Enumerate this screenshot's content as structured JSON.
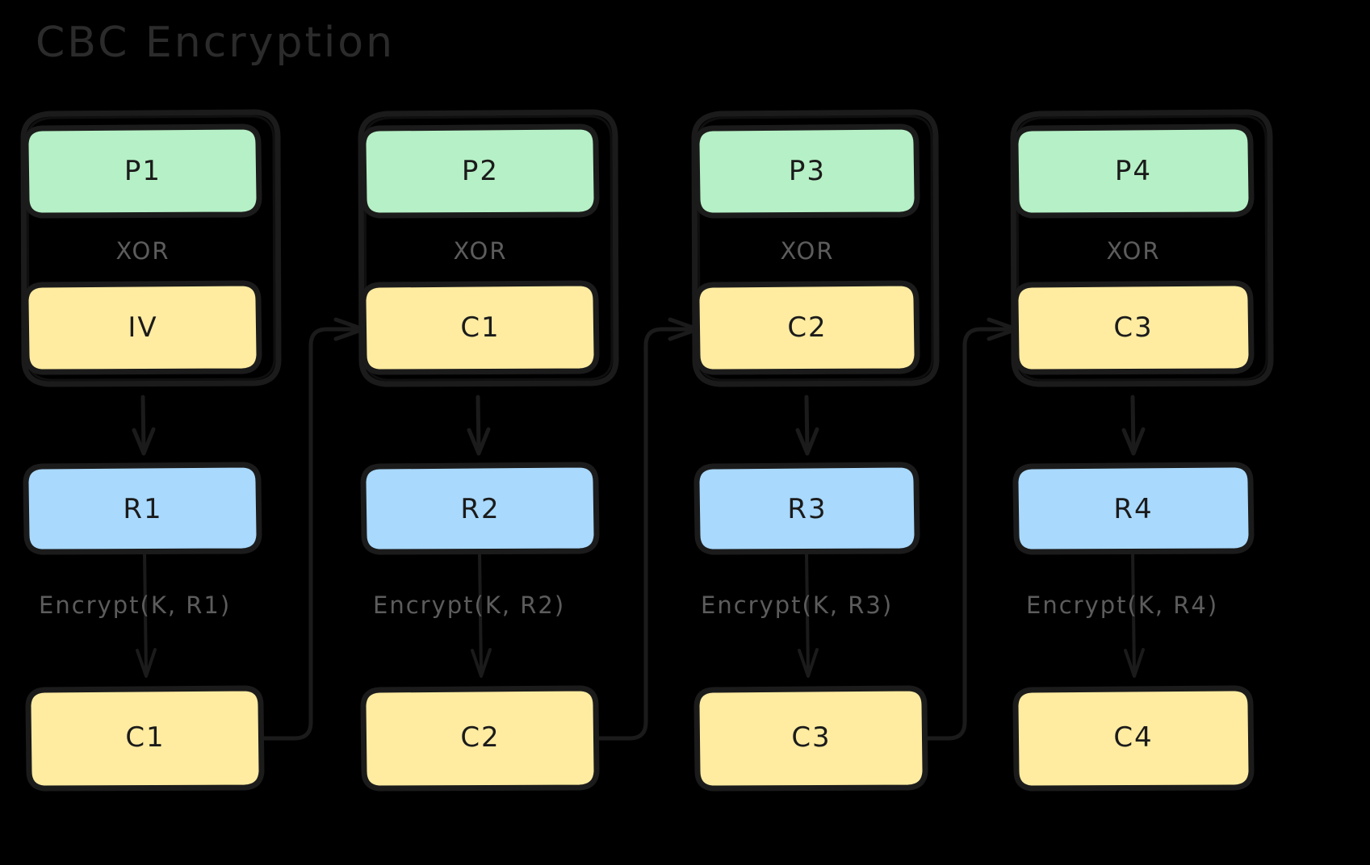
{
  "diagram": {
    "title": "CBC Encryption",
    "background_color": "#000000",
    "stroke_color": "#1b1b1b",
    "label_color": "#5c5c5c",
    "palette": {
      "plaintext_green": "#b6f0c6",
      "cipher_yellow": "#ffeca1",
      "register_blue": "#a9d9fd"
    },
    "columns": [
      {
        "id": "block-1",
        "group_label": "",
        "plaintext": "P1",
        "xor_label": "XOR",
        "chain_input": "IV",
        "register": "R1",
        "encrypt_label": "Encrypt(K, R1)",
        "ciphertext": "C1"
      },
      {
        "id": "block-2",
        "group_label": "",
        "plaintext": "P2",
        "xor_label": "XOR",
        "chain_input": "C1",
        "register": "R2",
        "encrypt_label": "Encrypt(K, R2)",
        "ciphertext": "C2"
      },
      {
        "id": "block-3",
        "group_label": "",
        "plaintext": "P3",
        "xor_label": "XOR",
        "chain_input": "C2",
        "register": "R3",
        "encrypt_label": "Encrypt(K, R3)",
        "ciphertext": "C3"
      },
      {
        "id": "block-4",
        "group_label": "",
        "plaintext": "P4",
        "xor_label": "XOR",
        "chain_input": "C3",
        "register": "R4",
        "encrypt_label": "Encrypt(K, R4)",
        "ciphertext": "C4"
      }
    ]
  }
}
